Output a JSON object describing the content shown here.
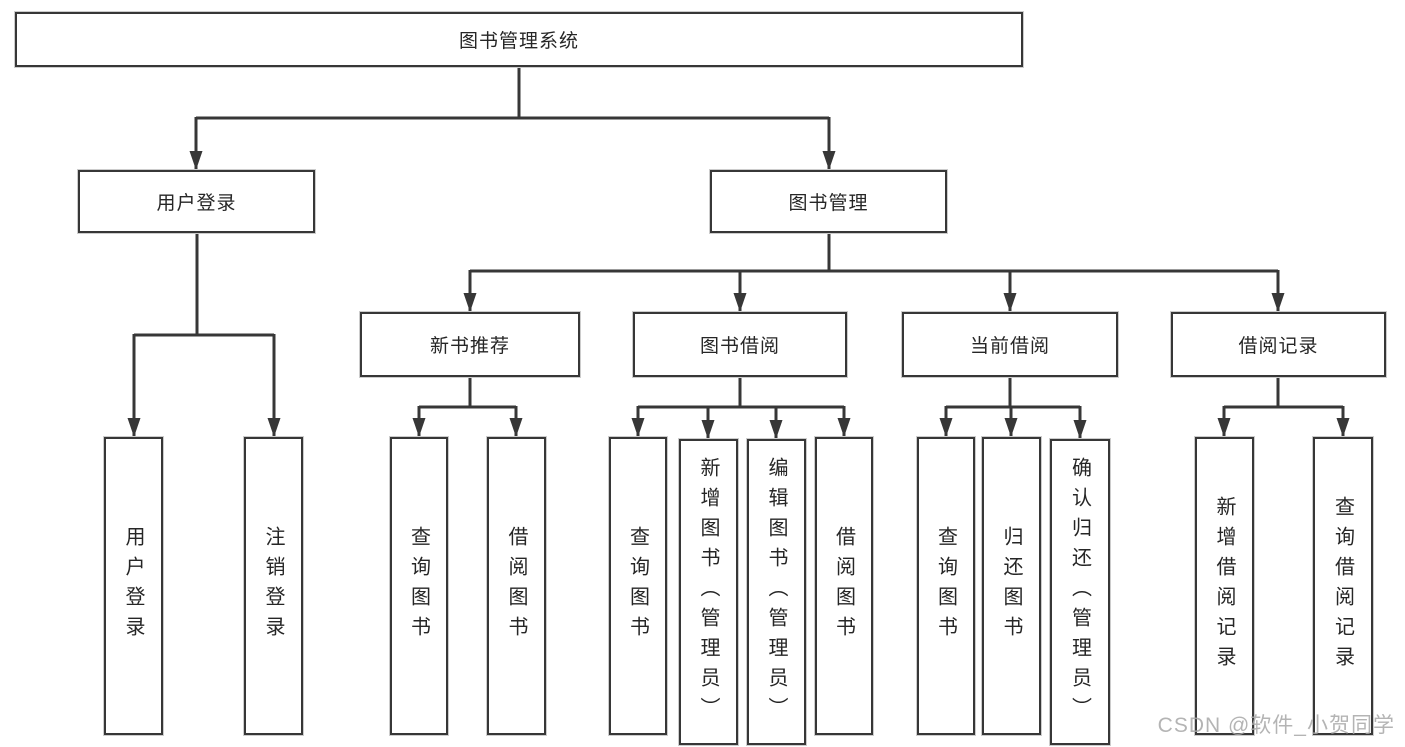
{
  "diagram": {
    "root": {
      "label": "图书管理系统"
    },
    "level2": [
      {
        "label": "用户登录"
      },
      {
        "label": "图书管理"
      }
    ],
    "level3": [
      {
        "label": "新书推荐"
      },
      {
        "label": "图书借阅"
      },
      {
        "label": "当前借阅"
      },
      {
        "label": "借阅记录"
      }
    ],
    "leaves": {
      "user_login": [
        {
          "label": "用户登录"
        },
        {
          "label": "注销登录"
        }
      ],
      "new_book_recommend": [
        {
          "label": "查询图书"
        },
        {
          "label": "借阅图书"
        }
      ],
      "book_borrow": [
        {
          "label": "查询图书"
        },
        {
          "label": "新增图书（管理员）"
        },
        {
          "label": "编辑图书（管理员）"
        },
        {
          "label": "借阅图书"
        }
      ],
      "current_borrow": [
        {
          "label": "查询图书"
        },
        {
          "label": "归还图书"
        },
        {
          "label": "确认归还（管理员）"
        }
      ],
      "borrow_records": [
        {
          "label": "新增借阅记录"
        },
        {
          "label": "查询借阅记录"
        }
      ]
    },
    "watermark": {
      "text": "CSDN @软件_小贺同学"
    },
    "colors": {
      "line": "#373737",
      "box_border": "#373737",
      "text": "#262626",
      "watermark": "#a8a8a8",
      "background": "#ffffff"
    }
  }
}
